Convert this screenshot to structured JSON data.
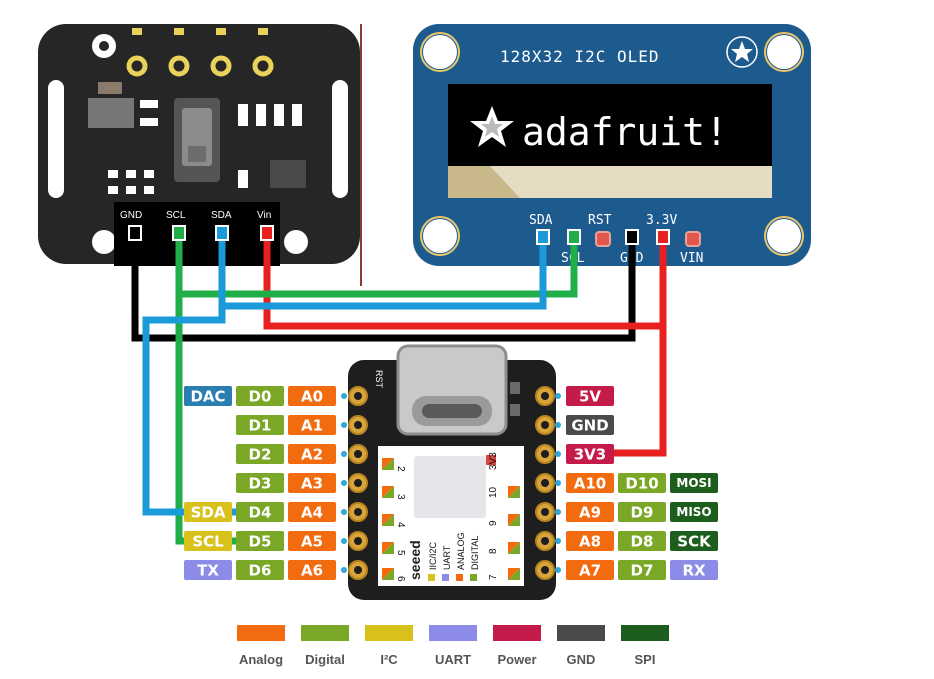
{
  "sensor_pins": [
    "GND",
    "SCL",
    "SDA",
    "Vin"
  ],
  "oled": {
    "title": "128X32 I2C OLED",
    "logo_text": "adafruit!",
    "pins_top": [
      "SDA",
      "RST",
      "3.3V"
    ],
    "pins_bottom": [
      "SCL",
      "GND",
      "VIN"
    ]
  },
  "board": {
    "rst_label": "RST",
    "brand": "seeed",
    "silk_legend": [
      "IIC/I2C",
      "UART",
      "ANALOG",
      "DIGITAL"
    ],
    "pad_numbers_left": [
      "2",
      "3",
      "4",
      "5",
      "6"
    ],
    "pad_numbers_right": [
      "3V3",
      "10",
      "9",
      "8",
      "7"
    ]
  },
  "left_pins": [
    {
      "labels": [
        {
          "text": "DAC",
          "color": "#2b7fb0"
        },
        {
          "text": "D0",
          "color": "#7aa726"
        },
        {
          "text": "A0",
          "color": "#f26b0f"
        }
      ]
    },
    {
      "labels": [
        {
          "text": "D1",
          "color": "#7aa726"
        },
        {
          "text": "A1",
          "color": "#f26b0f"
        }
      ]
    },
    {
      "labels": [
        {
          "text": "D2",
          "color": "#7aa726"
        },
        {
          "text": "A2",
          "color": "#f26b0f"
        }
      ]
    },
    {
      "labels": [
        {
          "text": "D3",
          "color": "#7aa726"
        },
        {
          "text": "A3",
          "color": "#f26b0f"
        }
      ]
    },
    {
      "labels": [
        {
          "text": "SDA",
          "color": "#d7c11a"
        },
        {
          "text": "D4",
          "color": "#7aa726"
        },
        {
          "text": "A4",
          "color": "#f26b0f"
        }
      ]
    },
    {
      "labels": [
        {
          "text": "SCL",
          "color": "#d7c11a"
        },
        {
          "text": "D5",
          "color": "#7aa726"
        },
        {
          "text": "A5",
          "color": "#f26b0f"
        }
      ]
    },
    {
      "labels": [
        {
          "text": "TX",
          "color": "#8c8ce8"
        },
        {
          "text": "D6",
          "color": "#7aa726"
        },
        {
          "text": "A6",
          "color": "#f26b0f"
        }
      ]
    }
  ],
  "right_pins": [
    {
      "labels": [
        {
          "text": "5V",
          "color": "#c51b4a"
        }
      ]
    },
    {
      "labels": [
        {
          "text": "GND",
          "color": "#4a4a4a"
        }
      ]
    },
    {
      "labels": [
        {
          "text": "3V3",
          "color": "#c51b4a"
        }
      ]
    },
    {
      "labels": [
        {
          "text": "A10",
          "color": "#f26b0f"
        },
        {
          "text": "D10",
          "color": "#7aa726"
        },
        {
          "text": "MOSI",
          "color": "#1d5e1d"
        }
      ]
    },
    {
      "labels": [
        {
          "text": "A9",
          "color": "#f26b0f"
        },
        {
          "text": "D9",
          "color": "#7aa726"
        },
        {
          "text": "MISO",
          "color": "#1d5e1d"
        }
      ]
    },
    {
      "labels": [
        {
          "text": "A8",
          "color": "#f26b0f"
        },
        {
          "text": "D8",
          "color": "#7aa726"
        },
        {
          "text": "SCK",
          "color": "#1d5e1d"
        }
      ]
    },
    {
      "labels": [
        {
          "text": "A7",
          "color": "#f26b0f"
        },
        {
          "text": "D7",
          "color": "#7aa726"
        },
        {
          "text": "RX",
          "color": "#8c8ce8"
        }
      ]
    }
  ],
  "legend": [
    {
      "label": "Analog",
      "color": "#f26b0f"
    },
    {
      "label": "Digital",
      "color": "#7aa726"
    },
    {
      "label": "I²C",
      "color": "#d7c11a"
    },
    {
      "label": "UART",
      "color": "#8c8ce8"
    },
    {
      "label": "Power",
      "color": "#c51b4a"
    },
    {
      "label": "GND",
      "color": "#4a4a4a"
    },
    {
      "label": "SPI",
      "color": "#1d5e1d"
    }
  ],
  "wire_colors": {
    "gnd": "#000000",
    "scl": "#1fae48",
    "sda": "#1a9ad8",
    "power": "#e82020"
  }
}
